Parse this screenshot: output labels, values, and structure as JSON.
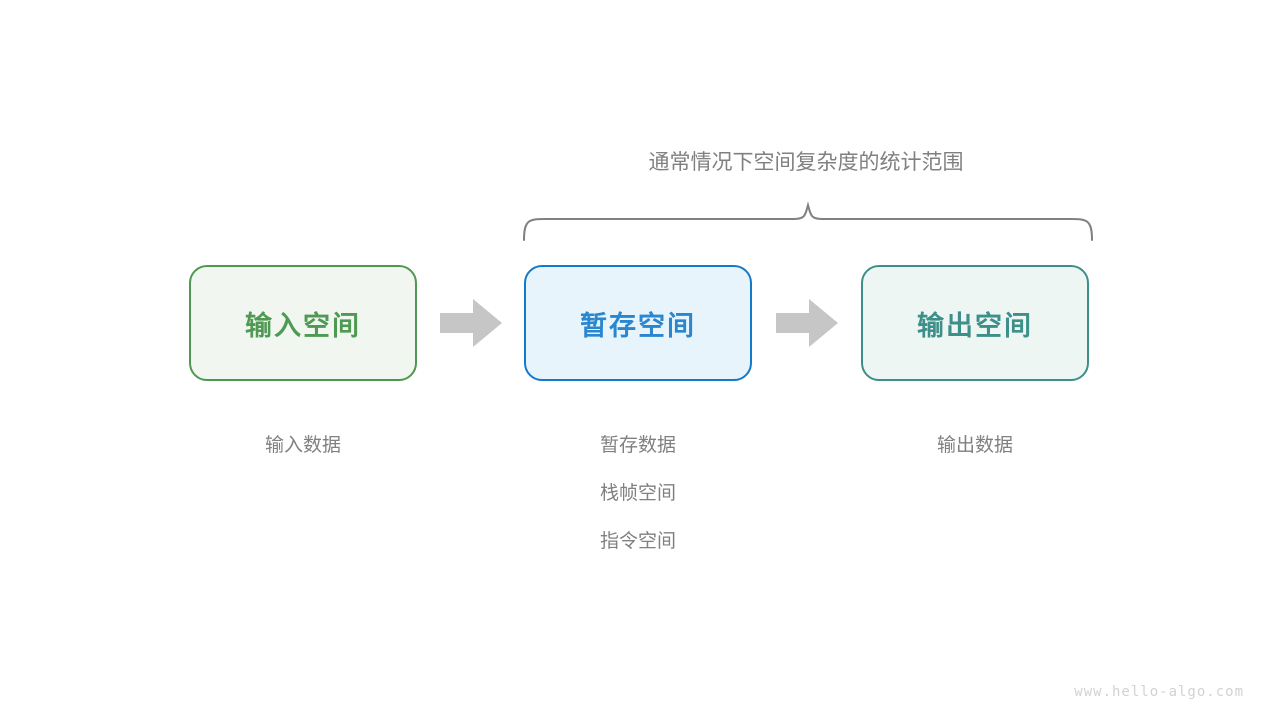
{
  "diagram": {
    "title_prefix": "通常情况下",
    "title_emphasis": "空间复杂度",
    "title_suffix": "的统计范围",
    "brace": {
      "name": "scope-brace",
      "color": "#808080"
    },
    "boxes": [
      {
        "key": "input",
        "label": "输入空间",
        "border_color": "#50974f",
        "fill_color": "#f1f7f0",
        "text_color": "#4f9a52"
      },
      {
        "key": "temp",
        "label": "暂存空间",
        "border_color": "#1579c9",
        "fill_color": "#e8f4fc",
        "text_color": "#2a86cf"
      },
      {
        "key": "output",
        "label": "输出空间",
        "border_color": "#3d8f89",
        "fill_color": "#eef6f4",
        "text_color": "#3d8f89"
      }
    ],
    "arrows": [
      {
        "key": "arrow-input-to-temp",
        "color": "#c6c6c6"
      },
      {
        "key": "arrow-temp-to-output",
        "color": "#c6c6c6"
      }
    ],
    "columns": {
      "input": [
        "输入数据"
      ],
      "temp": [
        "暂存数据",
        "栈帧空间",
        "指令空间"
      ],
      "output": [
        "输出数据"
      ]
    },
    "label_color": "#808080",
    "watermark": "www.hello-algo.com"
  }
}
